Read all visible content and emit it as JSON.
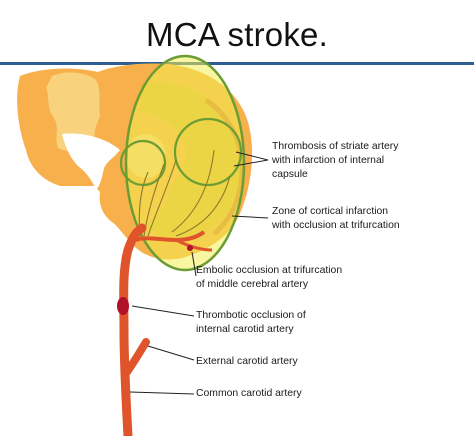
{
  "slide": {
    "title": "MCA stroke."
  },
  "colors": {
    "title_rule": "#2f5f92",
    "brain_tissue": "#f7b04b",
    "grey_matter": "#f5c86a",
    "infarct_zone": "#e3bc3c",
    "highlight_fill": "#f4ee55",
    "highlight_stroke": "#7aa33a",
    "artery": "#e0542c",
    "thrombus": "#b01028",
    "ventricle": "#ffffff"
  },
  "labels": [
    {
      "lines": [
        "Thrombosis of striate artery",
        "with infarction of internal",
        "capsule"
      ]
    },
    {
      "lines": [
        "Zone of cortical infarction",
        "with occlusion at trifurcation"
      ]
    },
    {
      "lines": [
        "Embolic occlusion at trifurcation",
        "of middle cerebral artery"
      ]
    },
    {
      "lines": [
        "Thrombotic occlusion of",
        "internal carotid artery"
      ]
    },
    {
      "lines": [
        "External carotid artery"
      ]
    },
    {
      "lines": [
        "Common carotid artery"
      ]
    }
  ]
}
